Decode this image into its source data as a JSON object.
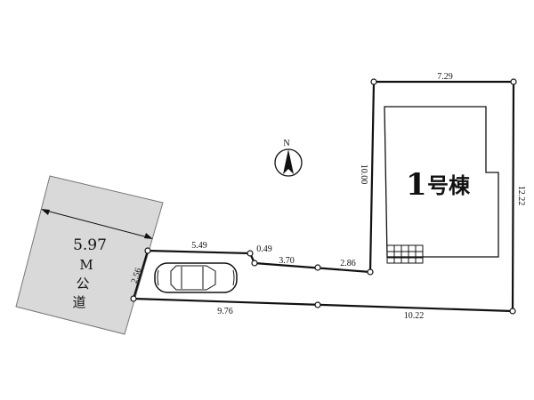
{
  "road": {
    "width_dim": "5.97",
    "unit": "M",
    "type_char_1": "公",
    "type_char_2": "道"
  },
  "compass": {
    "north_label": "N"
  },
  "building": {
    "number": "1",
    "suffix": "号棟"
  },
  "dimensions": {
    "frontage": "2.56",
    "drive_top": "5.49",
    "jog": "0.49",
    "lane_top_mid": "3.70",
    "lane_top_right": "2.86",
    "lot_left": "10.00",
    "lot_top": "7.29",
    "lot_right": "12.22",
    "bottom_left": "9.76",
    "bottom_right": "10.22"
  }
}
